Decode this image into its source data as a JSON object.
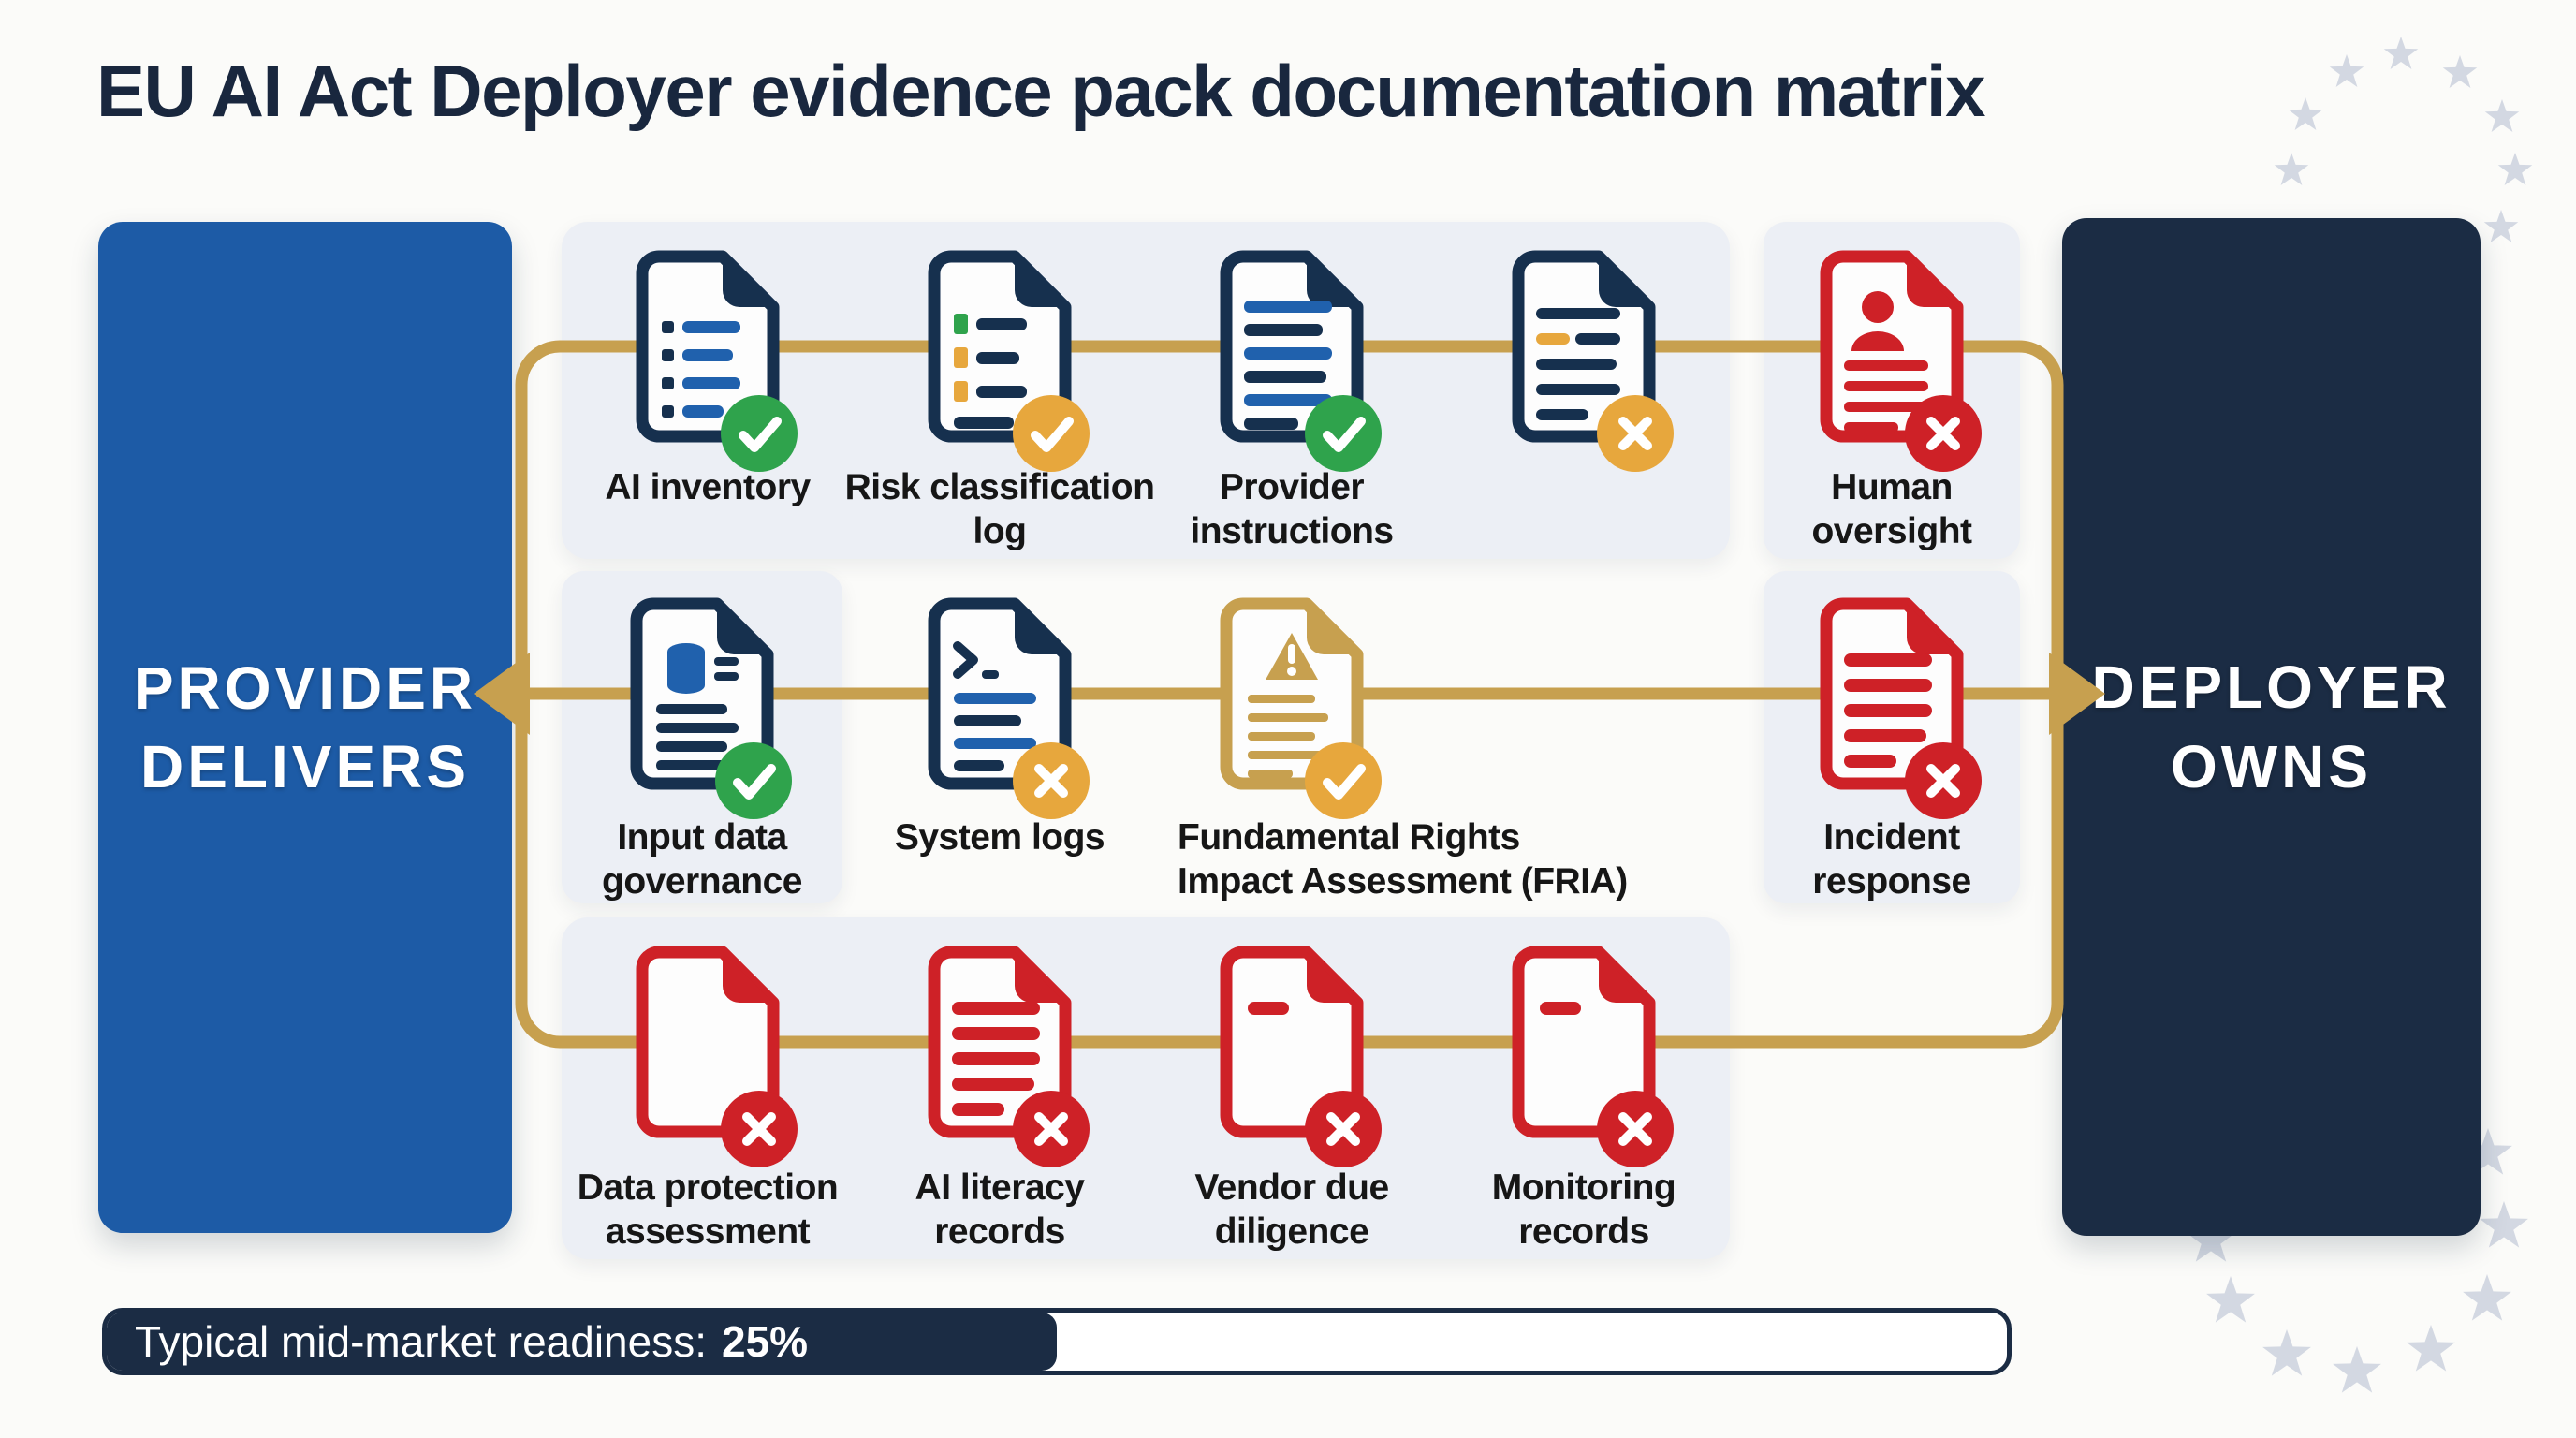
{
  "title": "EU AI Act Deployer evidence pack documentation matrix",
  "provider_panel": {
    "line1": "PROVIDER",
    "line2": "DELIVERS"
  },
  "deployer_panel": {
    "line1": "DEPLOYER",
    "line2": "OWNS"
  },
  "rows": [
    {
      "name": "row-1",
      "items": [
        {
          "id": "ai-inventory",
          "label": "AI inventory",
          "icon": "doc-checklist-icon",
          "doc_color": "navy",
          "badge": "green-check"
        },
        {
          "id": "risk-classification-log",
          "label": "Risk classification\nlog",
          "icon": "doc-colored-checklist-icon",
          "doc_color": "navy",
          "badge": "amber-check"
        },
        {
          "id": "provider-instructions",
          "label": "Provider\ninstructions",
          "icon": "doc-lines-icon",
          "doc_color": "navy",
          "badge": "green-check"
        },
        {
          "id": "unlabeled-document",
          "label": "",
          "icon": "doc-lines-highlight-icon",
          "doc_color": "navy",
          "badge": "amber-x"
        },
        {
          "id": "human-oversight",
          "label": "Human\noversight",
          "icon": "doc-person-icon",
          "doc_color": "red",
          "badge": "red-x"
        }
      ]
    },
    {
      "name": "row-2",
      "items": [
        {
          "id": "input-data-governance",
          "label": "Input data\ngovernance",
          "icon": "doc-database-icon",
          "doc_color": "navy",
          "badge": "green-check"
        },
        {
          "id": "system-logs",
          "label": "System logs",
          "icon": "doc-terminal-icon",
          "doc_color": "navy",
          "badge": "amber-x"
        },
        {
          "id": "fria",
          "label": "Fundamental Rights\nImpact Assessment (FRIA)",
          "icon": "doc-warning-icon",
          "doc_color": "gold",
          "badge": "amber-check"
        },
        {
          "id": "incident-response",
          "label": "Incident\nresponse",
          "icon": "doc-lines-icon",
          "doc_color": "red",
          "badge": "red-x"
        }
      ]
    },
    {
      "name": "row-3",
      "items": [
        {
          "id": "data-protection-assessment",
          "label": "Data protection\nassessment",
          "icon": "doc-blank-icon",
          "doc_color": "red",
          "badge": "red-x"
        },
        {
          "id": "ai-literacy-records",
          "label": "AI literacy\nrecords",
          "icon": "doc-lines-icon",
          "doc_color": "red",
          "badge": "red-x"
        },
        {
          "id": "vendor-due-diligence",
          "label": "Vendor due\ndiligence",
          "icon": "doc-dash-icon",
          "doc_color": "red",
          "badge": "red-x"
        },
        {
          "id": "monitoring-records",
          "label": "Monitoring\nrecords",
          "icon": "doc-dash-icon",
          "doc_color": "red",
          "badge": "red-x"
        }
      ]
    }
  ],
  "progress": {
    "label": "Typical mid-market readiness:",
    "value": "25%",
    "visual_fill_percent": 50
  },
  "colors": {
    "blue_panel": "#1d5ba6",
    "navy": "#1b2c44",
    "doc_navy": "#16304e",
    "doc_blue": "#2061ad",
    "gold": "#c7a04f",
    "green": "#2fa34c",
    "amber": "#e7a73d",
    "red": "#ce2127",
    "panel_gray": "#eceff5",
    "star_gray": "#d3d8e2",
    "title_text": "#19273e",
    "label_text": "#161616"
  }
}
